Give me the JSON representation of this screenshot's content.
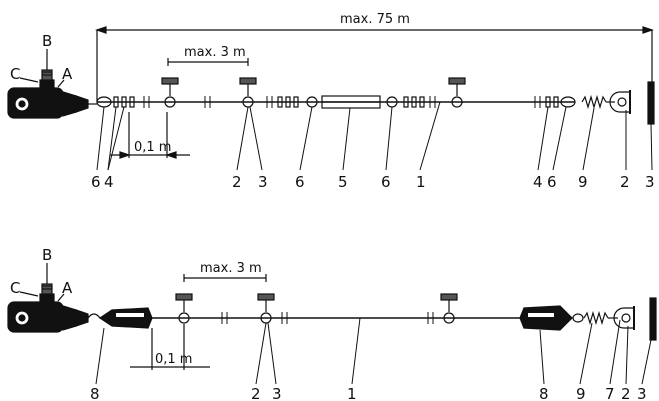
{
  "colors": {
    "ink": "#111111",
    "background": "#ffffff",
    "knob": "#555555"
  },
  "top": {
    "max_length": "max. 75 m",
    "max_spacing": "max. 3 m",
    "min_distance": "0,1 m",
    "switch_labels": {
      "b": "B",
      "c": "C",
      "a": "A"
    },
    "part_numbers": [
      "6",
      "4",
      "2",
      "3",
      "6",
      "5",
      "6",
      "1",
      "4",
      "6",
      "9",
      "2",
      "3"
    ]
  },
  "bottom": {
    "max_spacing": "max. 3 m",
    "min_distance": "0,1 m",
    "switch_labels": {
      "b": "B",
      "c": "C",
      "a": "A"
    },
    "part_numbers": [
      "8",
      "2",
      "3",
      "1",
      "8",
      "9",
      "7",
      "2",
      "3"
    ]
  }
}
